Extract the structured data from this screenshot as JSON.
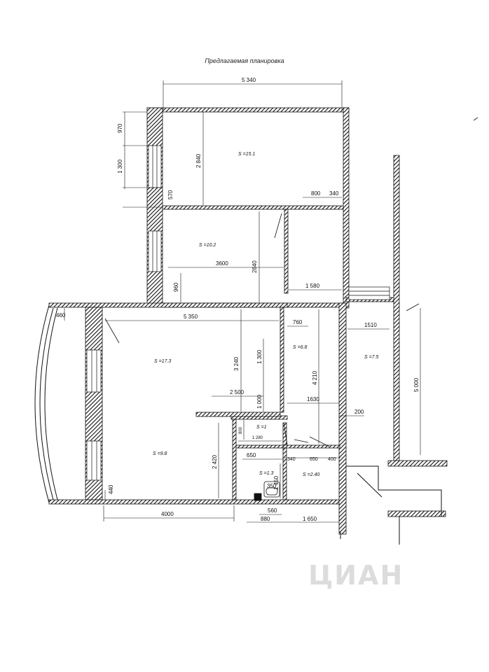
{
  "title": "Предлагаемая планировка",
  "watermark": "ЦИАН",
  "rooms": {
    "r1": "S =15.1",
    "r2": "S =10.2",
    "r3": "S =17.3",
    "r4": "S =6.8",
    "r5": "S =7.5",
    "r6": "S =9.8",
    "r7": "S =1",
    "r8": "S =1.3",
    "r9": "S =2.40"
  },
  "dims": {
    "d5340": "5 340",
    "d970": "970",
    "d1300a": "1 300",
    "d570": "570",
    "d2840a": "2 840",
    "d800a": "800",
    "d340": "340",
    "d3600": "3600",
    "d2840b": "2840",
    "d960": "960",
    "d1580": "1 580",
    "d460": "460",
    "d5350": "5 350",
    "d760": "760",
    "d3240": "3 240",
    "d1300b": "1 300",
    "d4210": "4 210",
    "d1510": "1510",
    "d5000": "5 000",
    "d2500": "2 500",
    "d1000": "1 000",
    "d1630": "1630",
    "d200": "200",
    "d800b": "800",
    "d1280": "1 280",
    "d2420": "2 420",
    "d650a": "650",
    "d340b": "340",
    "d650b": "650",
    "d400": "400",
    "d350": "350",
    "d1450": "1 450",
    "d440": "440",
    "d4000": "4000",
    "d560": "560",
    "d880": "880",
    "d1650": "1 650"
  }
}
